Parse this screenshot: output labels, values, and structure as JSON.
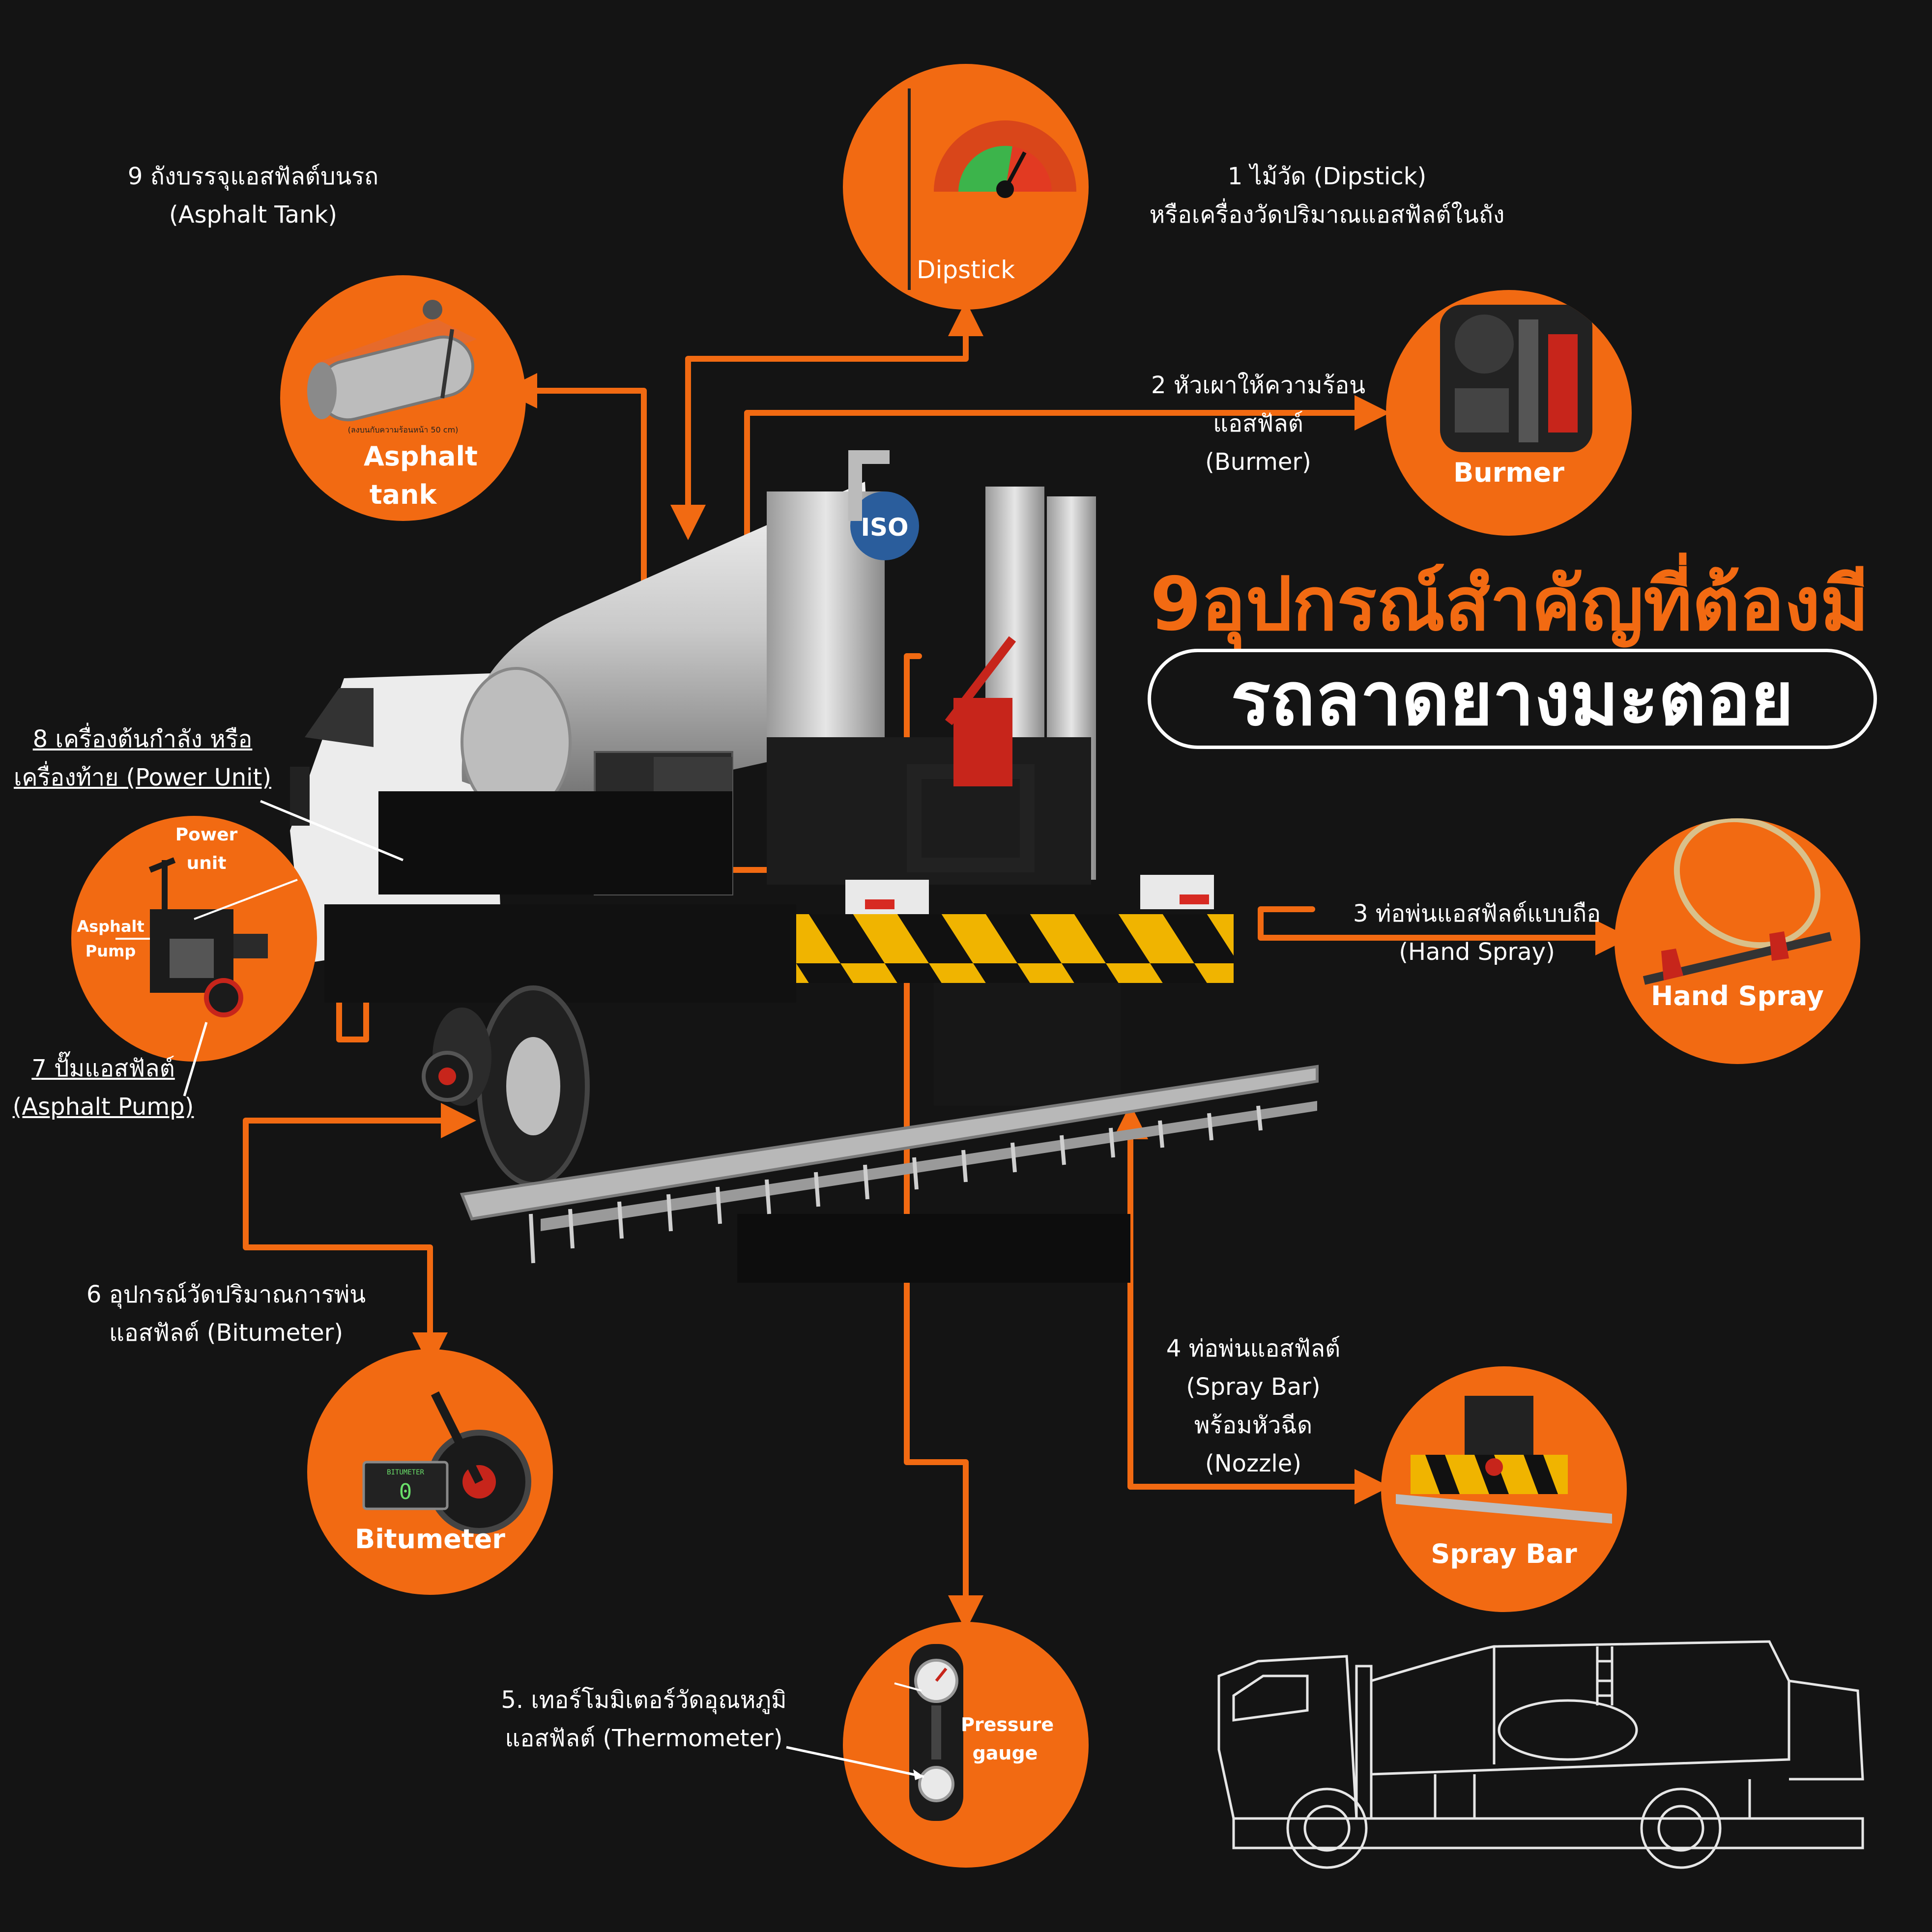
{
  "headline": {
    "title": "9อุปกรณ์สำคัญที่ต้องมี",
    "subtitle": "รถลาดยางมะตอย"
  },
  "items": [
    {
      "id": 1,
      "caption_lines": [
        "1 ไม้วัด (Dipstick)",
        "หรือเครื่องวัดปริมาณแอสฟัลต์ในถัง"
      ],
      "circle_label": "Dipstick"
    },
    {
      "id": 2,
      "caption_lines": [
        "2 หัวเผาให้ความร้อน",
        "แอสฟัลต์",
        "(Burmer)"
      ],
      "circle_label": "Burmer"
    },
    {
      "id": 3,
      "caption_lines": [
        "3 ท่อพ่นแอสฟัลต์แบบถือ",
        "(Hand Spray)"
      ],
      "circle_label": "Hand Spray"
    },
    {
      "id": 4,
      "caption_lines": [
        "4 ท่อพ่นแอสฟัลต์",
        "(Spray Bar)",
        "พร้อมหัวฉีด",
        "(Nozzle)"
      ],
      "circle_label": "Spray Bar"
    },
    {
      "id": 5,
      "caption_lines": [
        "5. เทอร์โมมิเตอร์วัดอุณหภูมิ",
        "แอสฟัลต์ (Thermometer)"
      ],
      "circle_label": "Pressure gauge"
    },
    {
      "id": 6,
      "caption_lines": [
        "6 อุปกรณ์วัดปริมาณการพ่น",
        "แอสฟัลต์ (Bitumeter)"
      ],
      "circle_label": "Bitumeter"
    },
    {
      "id": 7,
      "caption_lines": [
        "7 ปั๊มแอสฟัลต์",
        "(Asphalt Pump)"
      ],
      "circle_label": "Asphalt Pump"
    },
    {
      "id": 8,
      "caption_lines": [
        "8 เครื่องต้นกำลัง หรือ",
        "เครื่องท้าย (Power Unit)"
      ],
      "circle_label": "Power unit"
    },
    {
      "id": 9,
      "caption_lines": [
        "9 ถังบรรจุแอสฟัลต์บนรถ",
        "(Asphalt Tank)"
      ],
      "circle_label": "Asphalt tank"
    }
  ],
  "inset_texts": {
    "tank_note": "(ลงบนกับความร้อนหน้า 50 cm)",
    "iso_badge": "ISO",
    "bitumeter_screen": "BITUMETER",
    "bitumeter_reading": "0"
  },
  "colors": {
    "accent": "#f26a12",
    "background": "#141414",
    "text": "#ffffff"
  },
  "icons": [
    "dipstick-gauge-icon",
    "burner-icon",
    "hand-spray-icon",
    "spray-bar-icon",
    "pressure-gauge-icon",
    "bitumeter-icon",
    "asphalt-pump-icon",
    "asphalt-tank-icon",
    "truck-sketch-icon"
  ]
}
